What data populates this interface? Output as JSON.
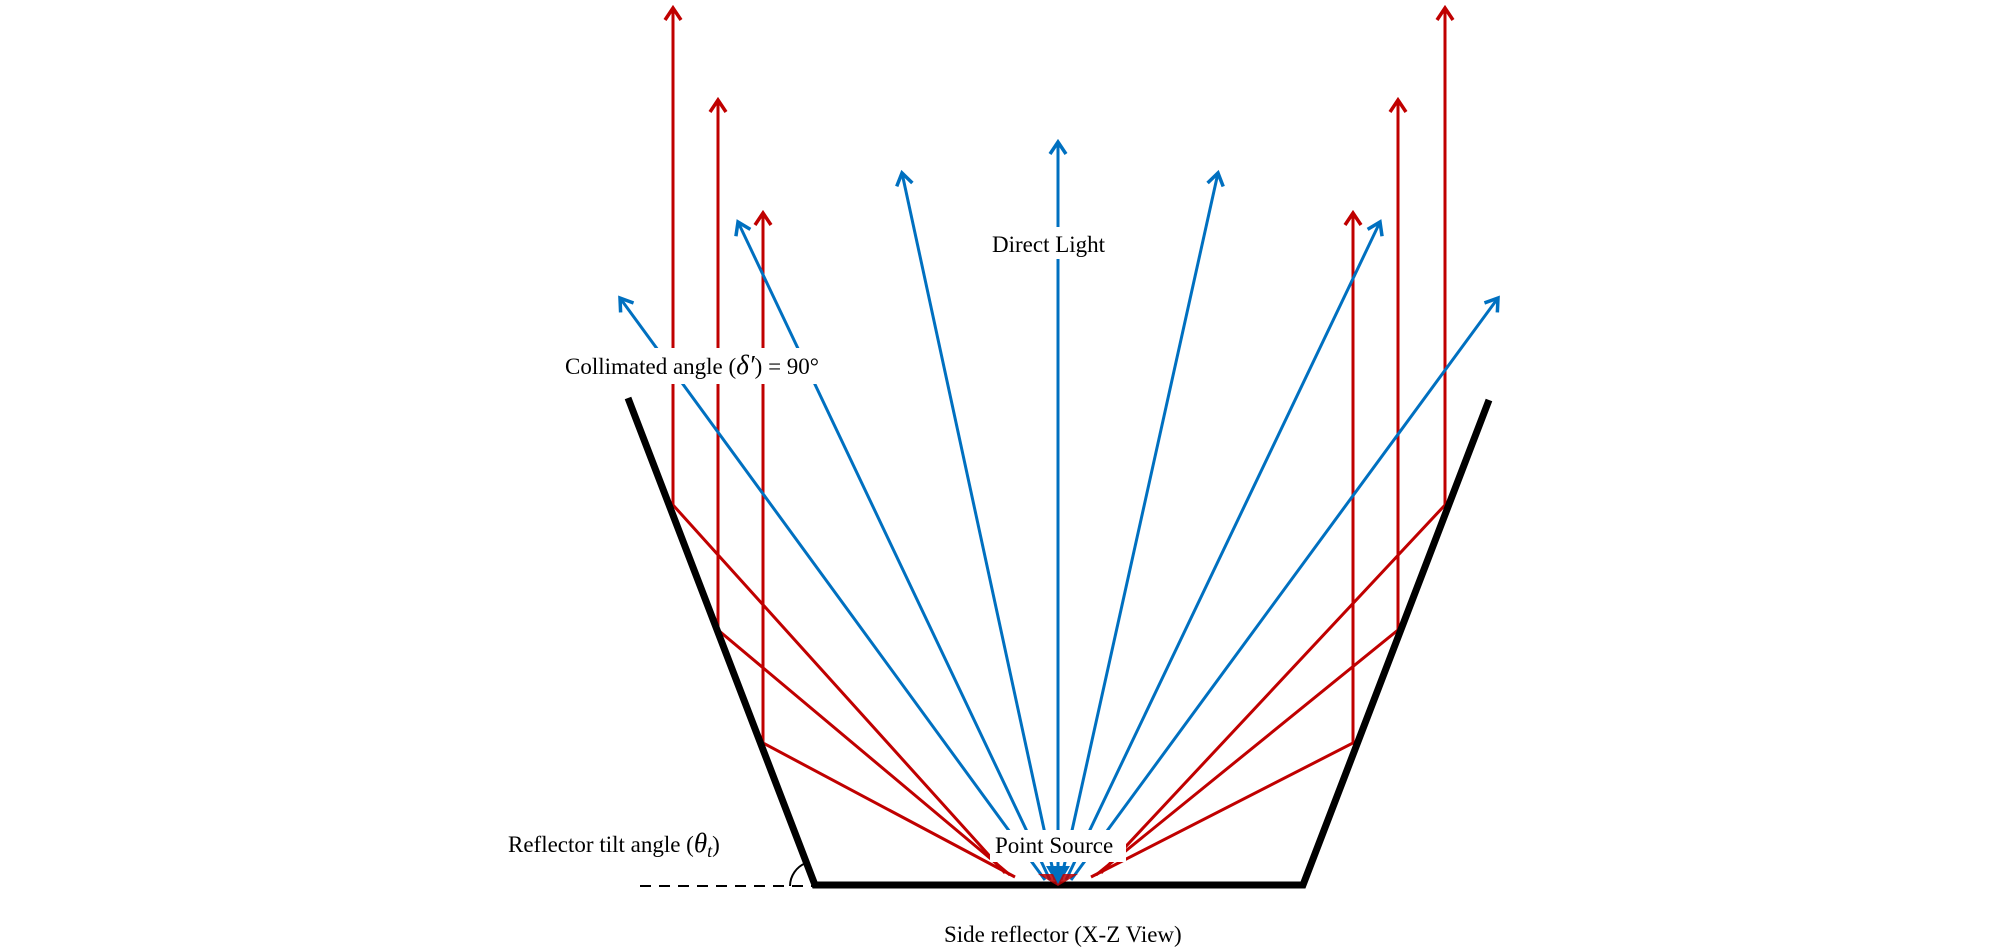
{
  "labels": {
    "direct_light": "Direct Light",
    "collimated_prefix": "Collimated angle (",
    "collimated_symbol": "δ′",
    "collimated_suffix": ")  = 90°",
    "tilt_prefix": "Reflector tilt angle (",
    "tilt_symbol": "θ",
    "tilt_subscript": "t",
    "tilt_suffix": ")",
    "point_source": "Point Source",
    "caption": "Side reflector (X-Z View)"
  },
  "colors": {
    "reflector": "#000000",
    "reflected_ray": "#c00000",
    "direct_ray": "#0070c0",
    "source": "#0070c0"
  }
}
